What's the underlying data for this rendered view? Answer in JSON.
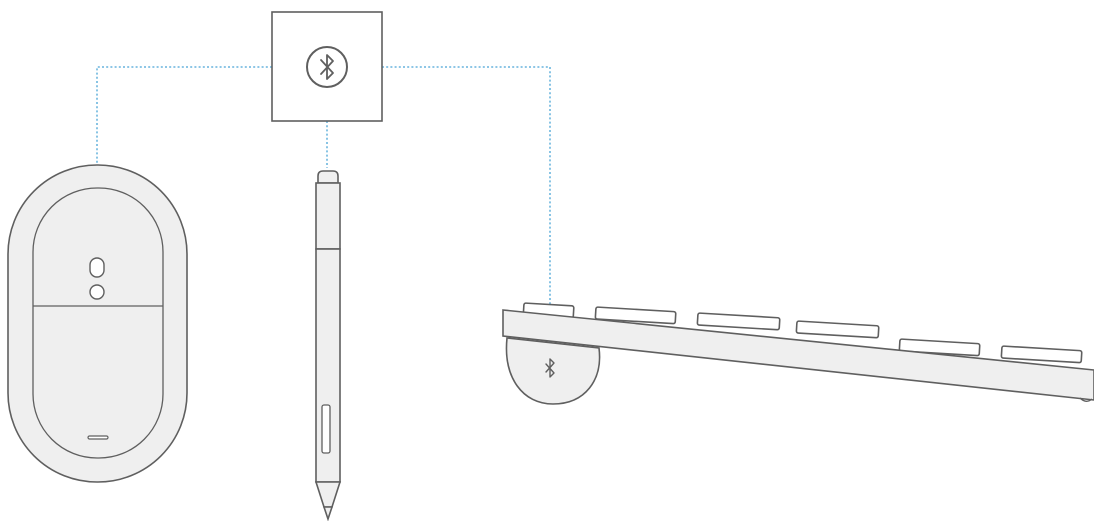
{
  "diagram": {
    "hub": {
      "icon": "bluetooth-icon"
    },
    "devices": [
      {
        "name": "mouse",
        "icon": "mouse-icon"
      },
      {
        "name": "pen",
        "icon": "pen-icon"
      },
      {
        "name": "keyboard",
        "icon": "keyboard-icon",
        "badge_icon": "bluetooth-icon"
      }
    ],
    "colors": {
      "outline": "#5f5f5f",
      "body": "#efefef",
      "connector": "#49a4d6",
      "background": "#ffffff"
    }
  }
}
